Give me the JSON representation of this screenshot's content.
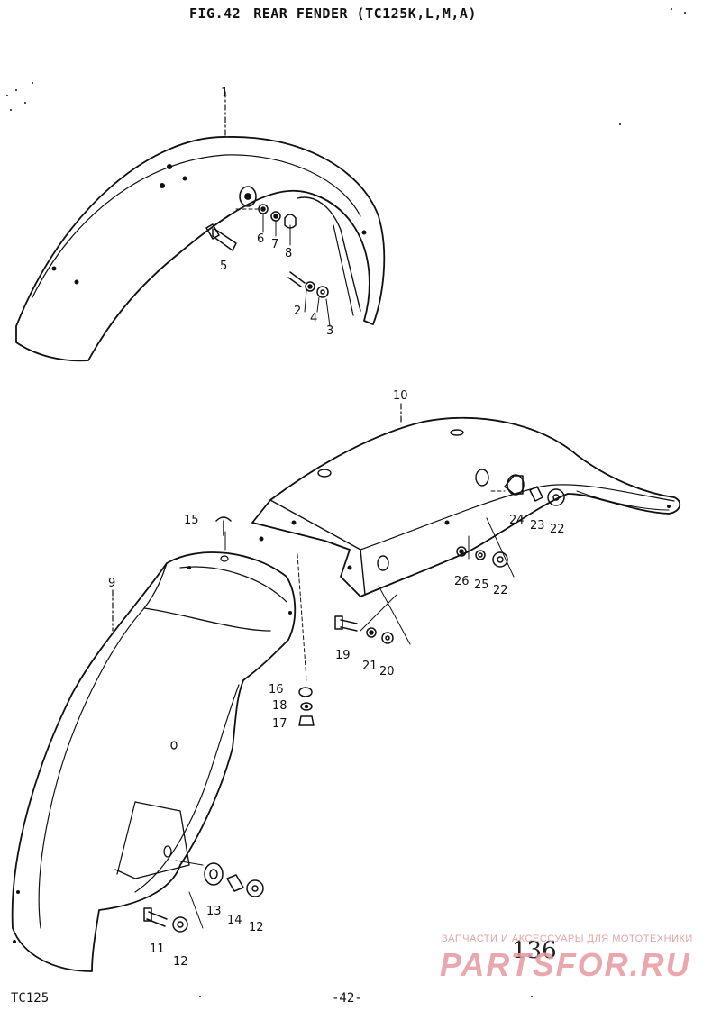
{
  "header": {
    "fig": "FIG.42",
    "title": "REAR FENDER (TC125K,L,M,A)"
  },
  "callouts": {
    "c1": "1",
    "c2": "2",
    "c3": "3",
    "c4": "4",
    "c5": "5",
    "c6": "6",
    "c7": "7",
    "c8": "8",
    "c9": "9",
    "c10": "10",
    "c11": "11",
    "c12a": "12",
    "c12b": "12",
    "c13": "13",
    "c14": "14",
    "c15": "15",
    "c16": "16",
    "c17": "17",
    "c18": "18",
    "c19": "19",
    "c20": "20",
    "c21": "21",
    "c22a": "22",
    "c22b": "22",
    "c23": "23",
    "c24": "24",
    "c25": "25",
    "c26": "26"
  },
  "footer": {
    "model": "TC125",
    "page": "-42-",
    "page_number": "136"
  },
  "watermark": {
    "tagline": "ЗАПЧАСТИ И АКСЕССУАРЫ ДЛЯ МОТОТЕХНИКИ",
    "logo": "PARTSFOR.RU"
  }
}
